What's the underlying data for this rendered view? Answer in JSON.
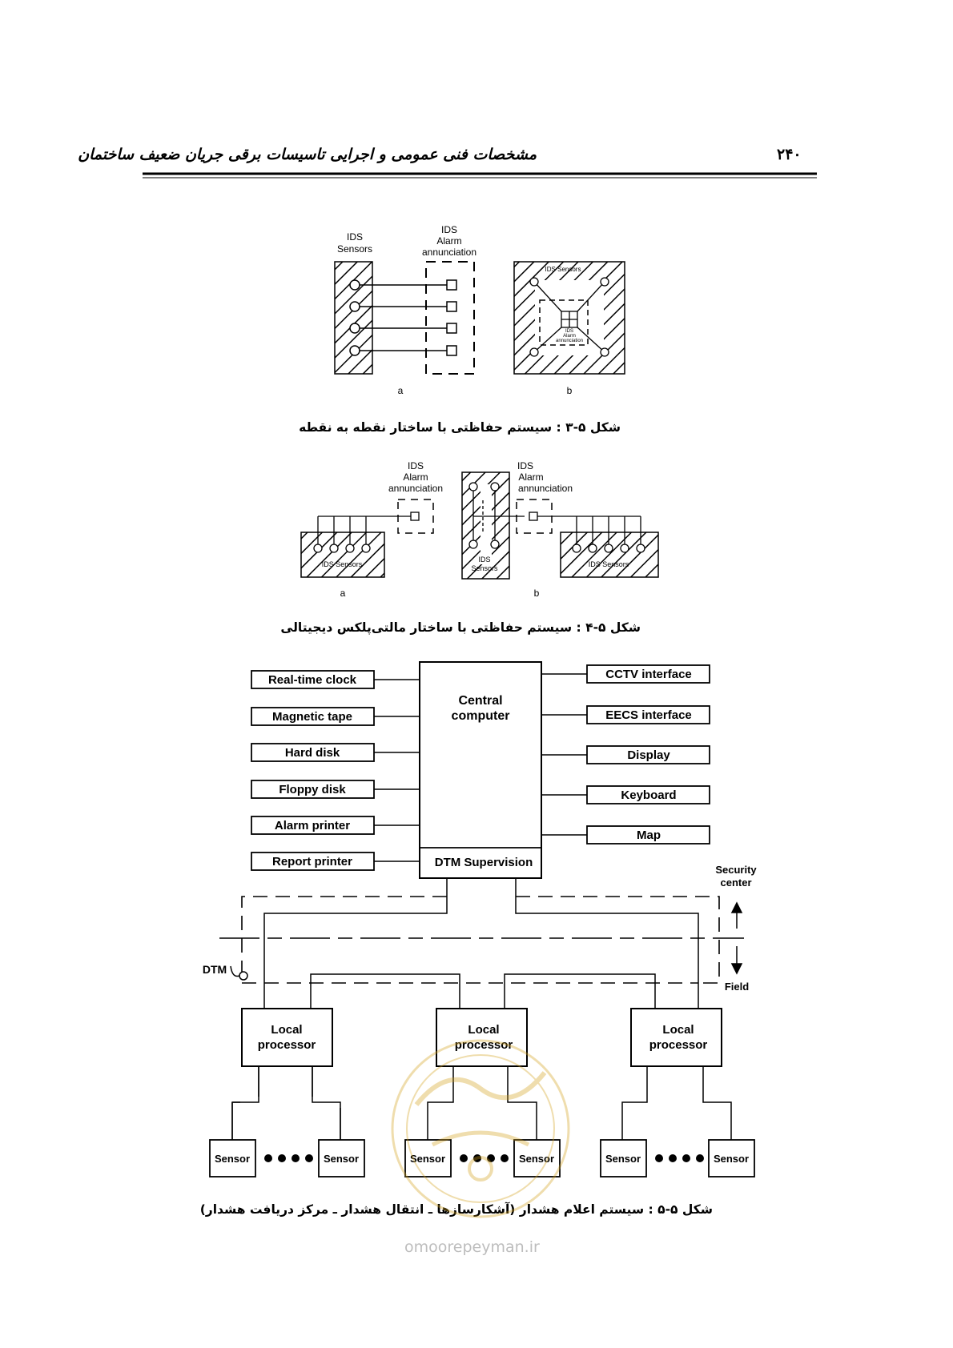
{
  "header": {
    "title": "مشخصات فنی عمومی و اجرایی تاسیسات برقی جریان ضعیف ساختمان",
    "page_number": "۲۴۰"
  },
  "figure_3": {
    "caption": "شکل ۵-۳ : سیستم حفاظتی با ساختار نقطه به نقطه",
    "a": {
      "sensors_label_1": "IDS",
      "sensors_label_2": "Sensors",
      "alarm_label_1": "IDS",
      "alarm_label_2": "Alarm",
      "alarm_label_3": "annunciation",
      "sublabel": "a"
    },
    "b": {
      "sensors_label": "IDS Sensors",
      "alarm_label_1": "IDS",
      "alarm_label_2": "Alarm",
      "alarm_label_3": "annunciation",
      "sublabel": "b"
    }
  },
  "figure_4": {
    "caption": "شکل ۵-۴ : سیستم حفاظتی با ساختار مالتی‌پلکس دیجیتالی",
    "a": {
      "alarm_label_1": "IDS",
      "alarm_label_2": "Alarm",
      "alarm_label_3": "annunciation",
      "sensors_label": "IDS Sensors",
      "sublabel": "a"
    },
    "b": {
      "alarm_label_1": "IDS",
      "alarm_label_2": "Alarm",
      "alarm_label_3": "annunciation",
      "sensors_label_left_1": "IDS",
      "sensors_label_left_2": "Sensors",
      "sensors_label_right": "IDS Sensors",
      "sublabel": "b"
    }
  },
  "figure_5": {
    "caption": "شکل ۵-۵ : سیستم اعلام هشدار (آشکارسازها ـ انتقال هشدار ـ مرکز دریافت هشدار)",
    "left_boxes": [
      "Real-time clock",
      "Magnetic tape",
      "Hard disk",
      "Floppy disk",
      "Alarm printer",
      "Report printer"
    ],
    "right_boxes": [
      "CCTV interface",
      "EECS interface",
      "Display",
      "Keyboard",
      "Map"
    ],
    "central_1": "Central",
    "central_2": "computer",
    "dtm_supervision": "DTM Supervision",
    "security_1": "Security",
    "security_2": "center",
    "field": "Field",
    "dtm": "DTM",
    "local_1": "Local",
    "local_2": "processor",
    "sensor": "Sensor"
  },
  "watermark": {
    "url": "omoorepeyman.ir"
  }
}
